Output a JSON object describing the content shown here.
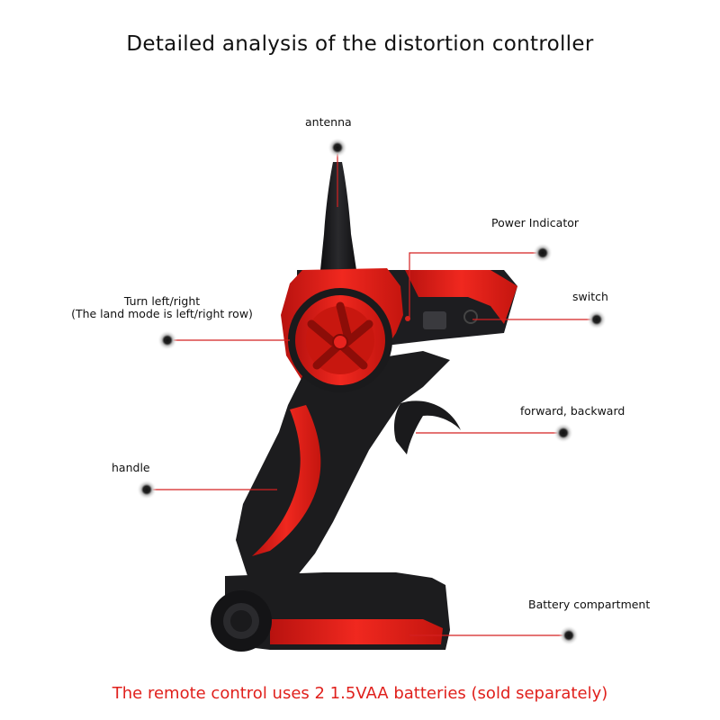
{
  "title": "Detailed analysis of the distortion controller",
  "footer_note": "The remote control uses 2 1.5VAA batteries (sold separately)",
  "callouts": {
    "antenna": "antenna",
    "power_indicator": "Power Indicator",
    "turn_line1": "Turn left/right",
    "turn_line2": "(The land mode is left/right row)",
    "switch": "switch",
    "forward_backward": "forward, backward",
    "handle": "handle",
    "battery": "Battery compartment"
  },
  "colors": {
    "accent_red": "#e8231e",
    "body_black": "#1c1c1e",
    "footer_text": "#e0201c",
    "callout_line": "#d42020"
  }
}
